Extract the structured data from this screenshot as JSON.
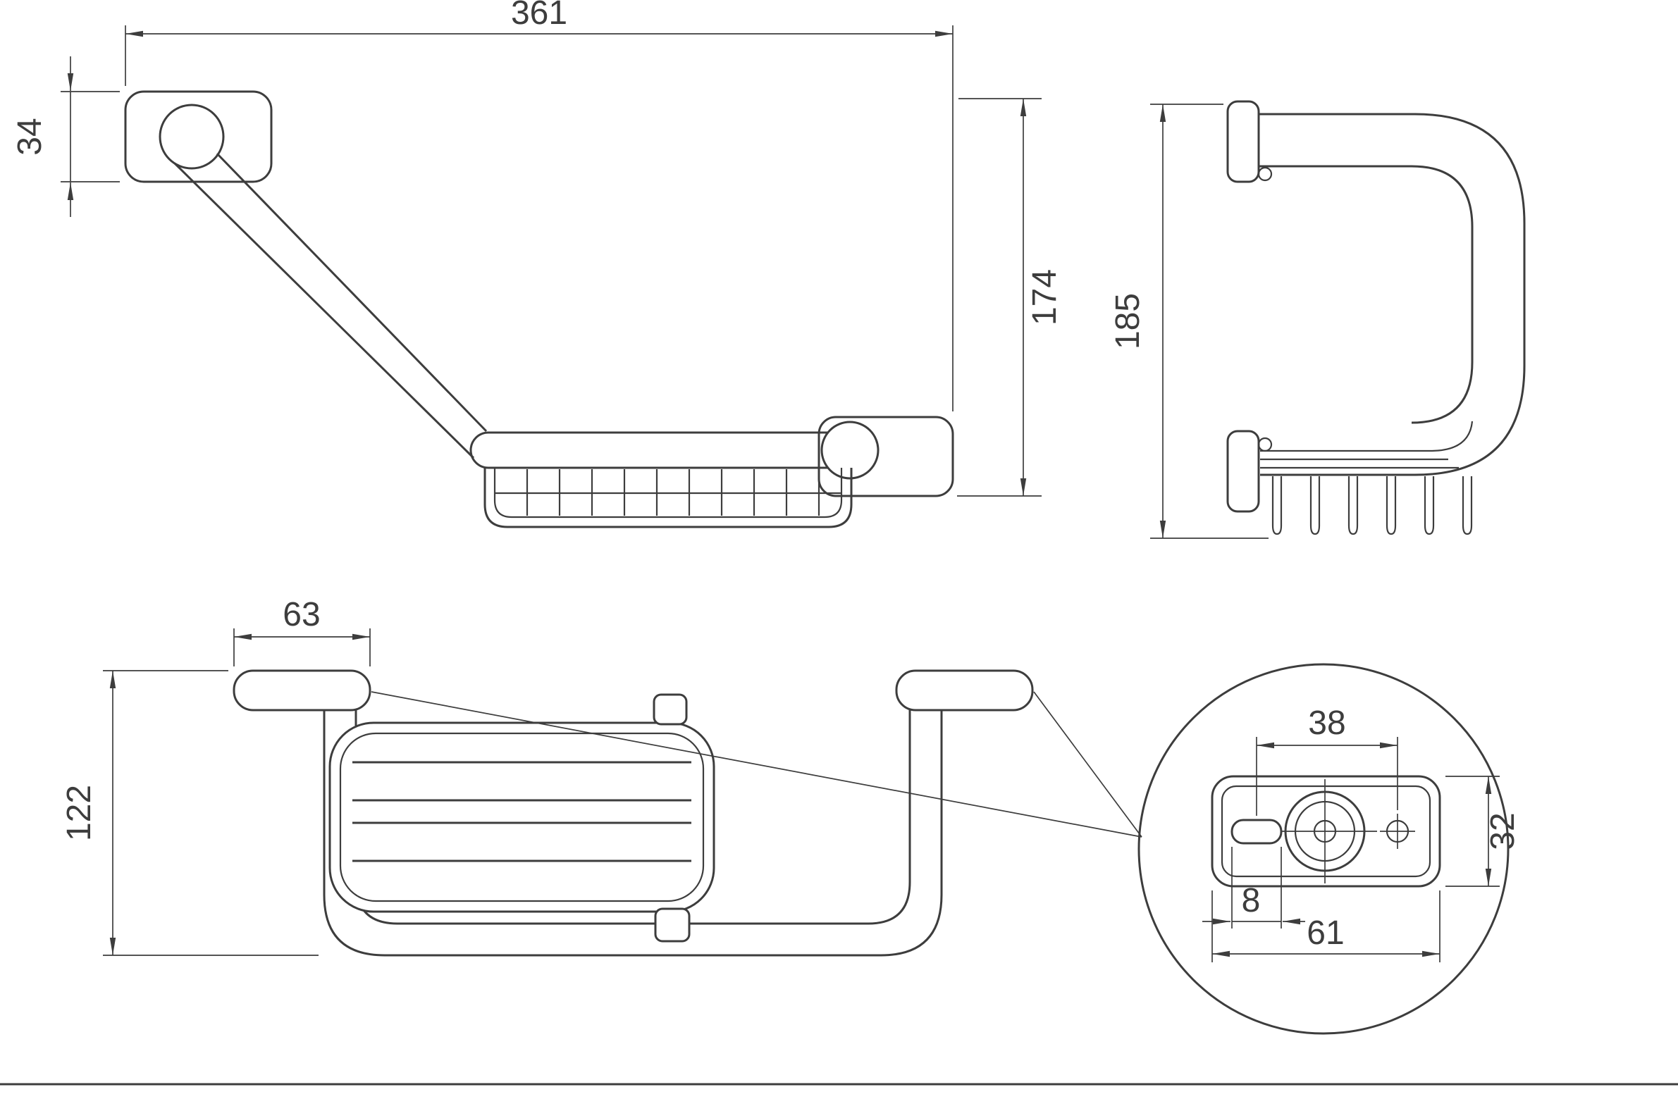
{
  "drawing": {
    "line_color": "#3d3d3d",
    "background_color": "#ffffff",
    "dimensions": {
      "overall_width": "361",
      "mount_plate_height": "34",
      "overall_height_front": "174",
      "overall_height_side": "185",
      "mount_pad_width": "63",
      "overall_depth": "122",
      "hole_spacing": "38",
      "plate_detail_height": "32",
      "slot_width": "8",
      "plate_detail_width": "61"
    }
  }
}
